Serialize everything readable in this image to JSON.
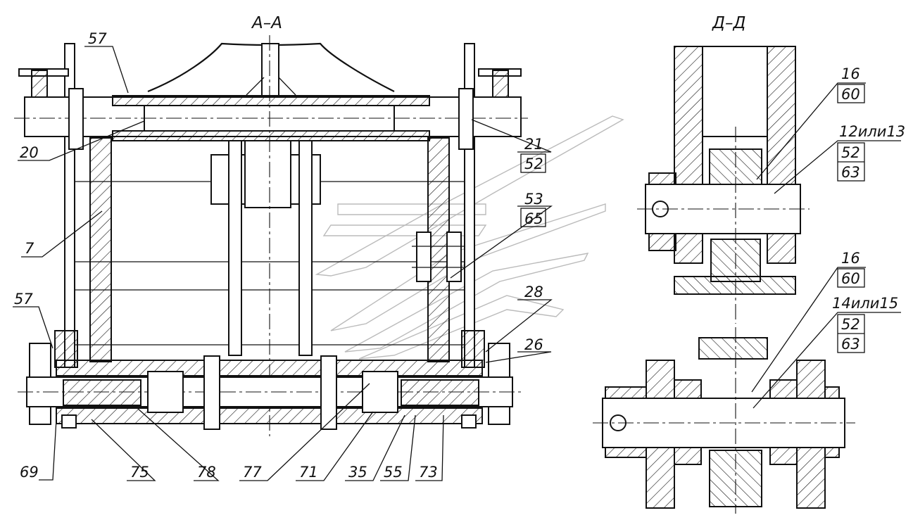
{
  "sections": {
    "left_title": "А–А",
    "right_title": "Д–Д"
  },
  "callouts_left": [
    {
      "id": "c57a",
      "text": "57"
    },
    {
      "id": "c20",
      "text": "20"
    },
    {
      "id": "c21",
      "text": "21"
    },
    {
      "id": "c52a",
      "text": "52"
    },
    {
      "id": "c53",
      "text": "53"
    },
    {
      "id": "c65",
      "text": "65"
    },
    {
      "id": "c7",
      "text": "7"
    },
    {
      "id": "c57b",
      "text": "57"
    },
    {
      "id": "c28",
      "text": "28"
    },
    {
      "id": "c26",
      "text": "26"
    },
    {
      "id": "c69",
      "text": "69"
    },
    {
      "id": "c75",
      "text": "75"
    },
    {
      "id": "c78",
      "text": "78"
    },
    {
      "id": "c77",
      "text": "77"
    },
    {
      "id": "c71",
      "text": "71"
    },
    {
      "id": "c35",
      "text": "35"
    },
    {
      "id": "c55",
      "text": "55"
    },
    {
      "id": "c73",
      "text": "73"
    }
  ],
  "callouts_right": [
    {
      "id": "r16a",
      "text": "16"
    },
    {
      "id": "r60a",
      "text": "60"
    },
    {
      "id": "r1213",
      "text": "12или13"
    },
    {
      "id": "r52a",
      "text": "52"
    },
    {
      "id": "r63a",
      "text": "63"
    },
    {
      "id": "r16b",
      "text": "16"
    },
    {
      "id": "r60b",
      "text": "60"
    },
    {
      "id": "r1415",
      "text": "14или15"
    },
    {
      "id": "r52b",
      "text": "52"
    },
    {
      "id": "r63b",
      "text": "63"
    }
  ]
}
